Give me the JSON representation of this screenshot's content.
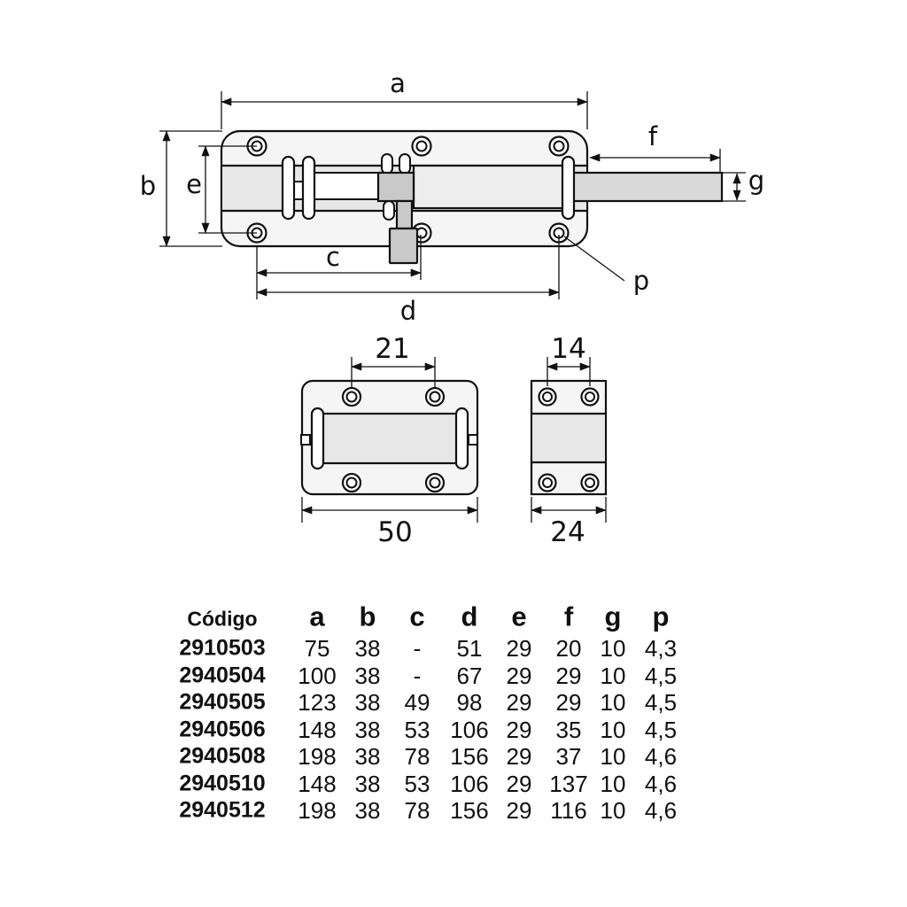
{
  "drawing": {
    "main_view": {
      "labels": {
        "a": "a",
        "b": "b",
        "c": "c",
        "d": "d",
        "e": "e",
        "f": "f",
        "g": "g",
        "p": "p"
      }
    },
    "front_view": {
      "hole_spacing": "21",
      "width": "50"
    },
    "side_view": {
      "hole_spacing": "14",
      "width": "24"
    }
  },
  "table": {
    "code_header": "Código",
    "dim_headers": [
      "a",
      "b",
      "c",
      "d",
      "e",
      "f",
      "g",
      "p"
    ],
    "rows": [
      {
        "code": "2910503",
        "values": [
          "75",
          "38",
          "-",
          "51",
          "29",
          "20",
          "10",
          "4,3"
        ]
      },
      {
        "code": "2940504",
        "values": [
          "100",
          "38",
          "-",
          "67",
          "29",
          "29",
          "10",
          "4,5"
        ]
      },
      {
        "code": "2940505",
        "values": [
          "123",
          "38",
          "49",
          "98",
          "29",
          "29",
          "10",
          "4,5"
        ]
      },
      {
        "code": "2940506",
        "values": [
          "148",
          "38",
          "53",
          "106",
          "29",
          "35",
          "10",
          "4,5"
        ]
      },
      {
        "code": "2940508",
        "values": [
          "198",
          "38",
          "78",
          "156",
          "29",
          "37",
          "10",
          "4,6"
        ]
      },
      {
        "code": "2940510",
        "values": [
          "148",
          "38",
          "53",
          "106",
          "29",
          "137",
          "10",
          "4,6"
        ]
      },
      {
        "code": "2940512",
        "values": [
          "198",
          "38",
          "78",
          "156",
          "29",
          "116",
          "10",
          "4,6"
        ]
      }
    ]
  },
  "colors": {
    "line": "#111111",
    "plate_fill": "#f5f5f5",
    "channel_fill": "#e7e7e7",
    "bolt_fill": "#ededed",
    "rod_fill": "#d9d9d9",
    "slider_fill": "#c9c9c9"
  }
}
